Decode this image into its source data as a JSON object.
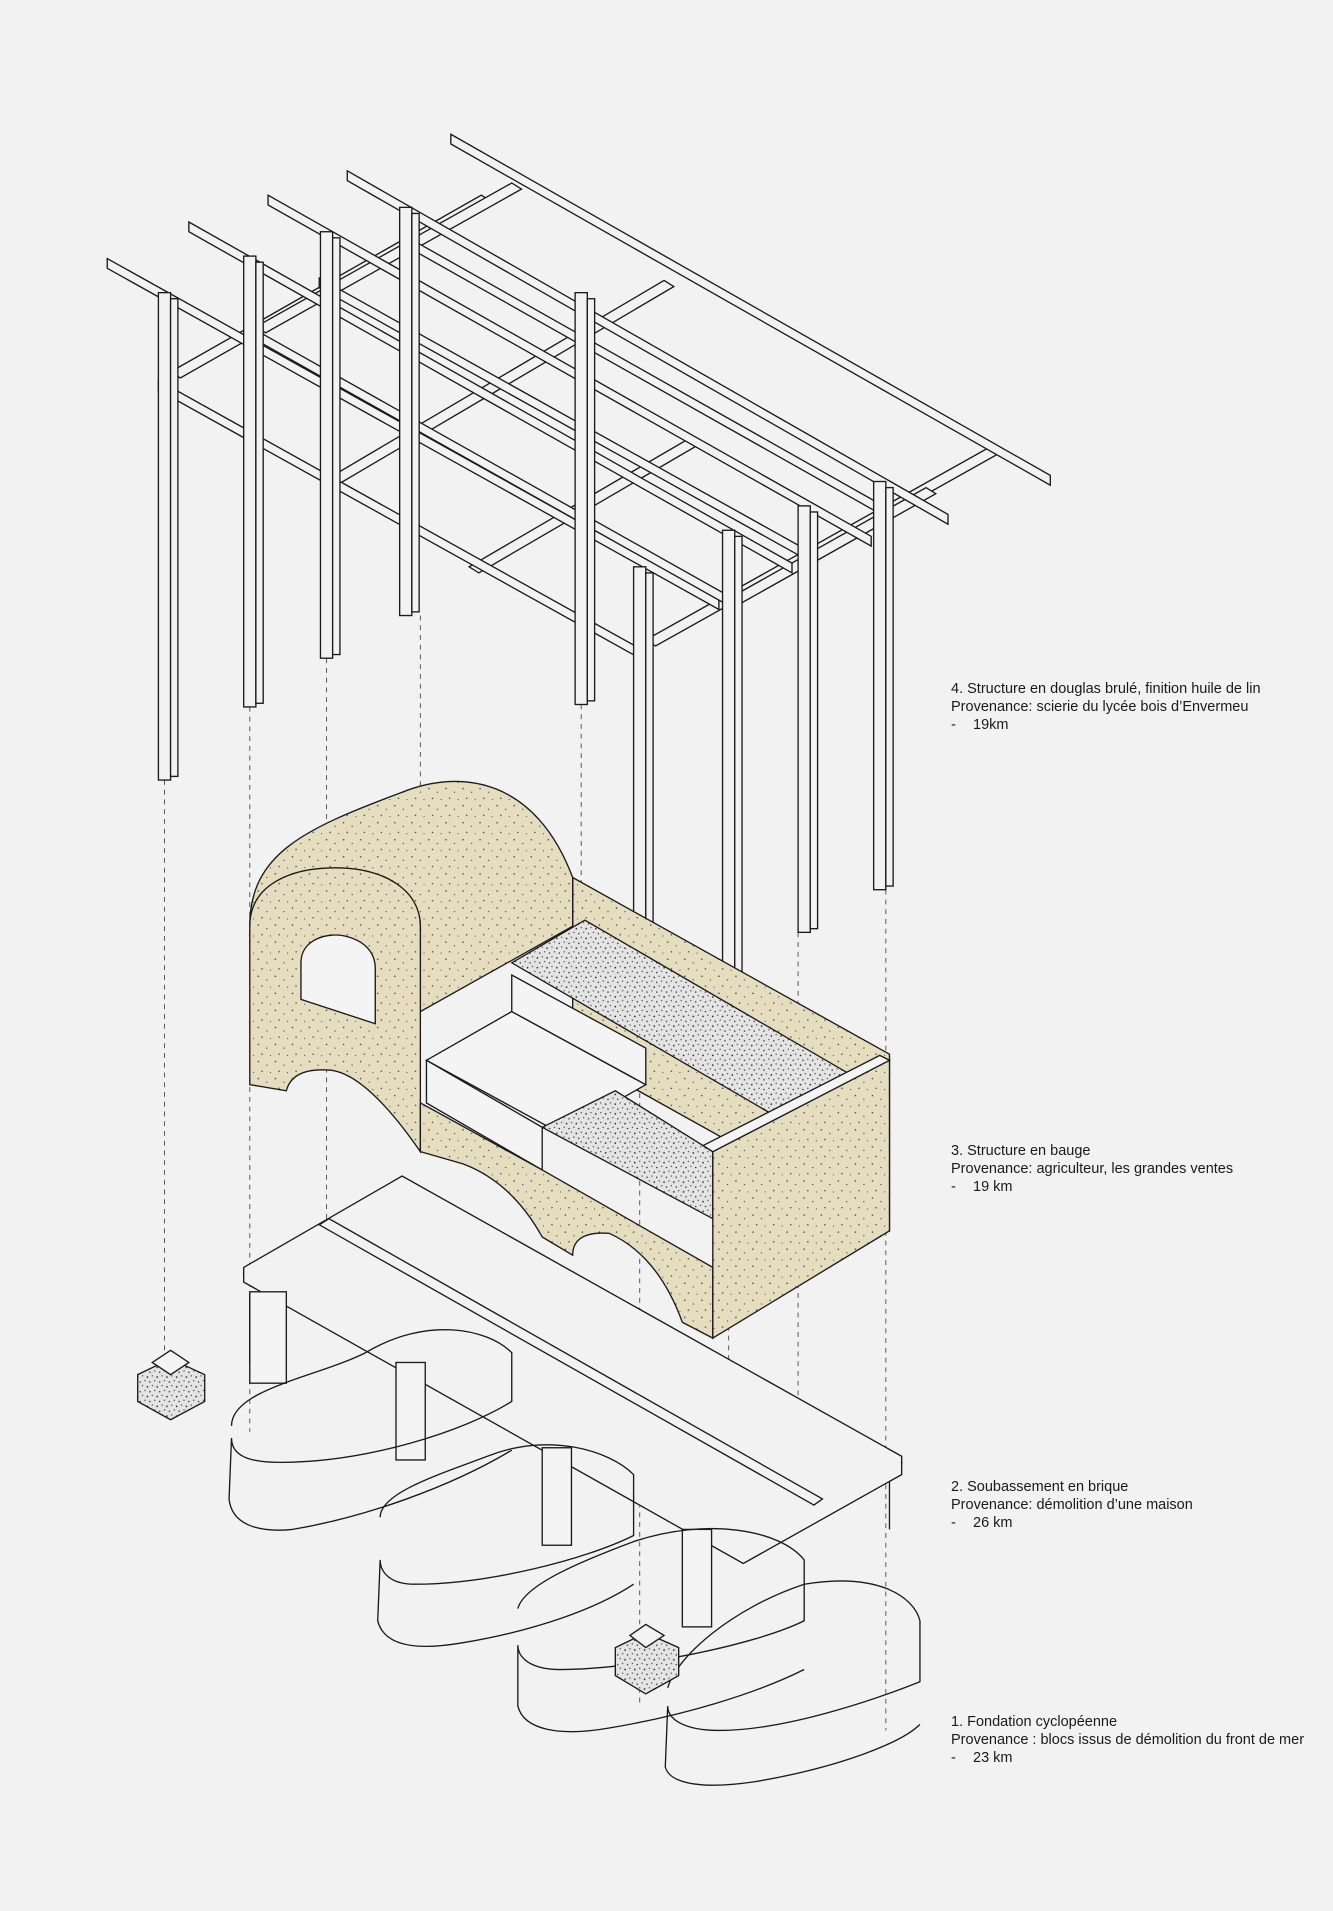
{
  "layers": [
    {
      "title": "4. Structure en douglas brulé, finition huile de lin",
      "provenance": "Provenance: scierie du lycée bois d’Envermeu",
      "dash": "-",
      "distance": "19km"
    },
    {
      "title": "3. Structure en bauge",
      "provenance": "Provenance: agriculteur, les grandes ventes",
      "dash": "-",
      "distance": "19 km"
    },
    {
      "title": "2. Soubassement en brique",
      "provenance": "Provenance: démolition d’une maison",
      "dash": "-",
      "distance": "26 km"
    },
    {
      "title": "1. Fondation cyclopéenne",
      "provenance": "Provenance : blocs issus de démolition du front de mer",
      "dash": "-",
      "distance": "23 km"
    }
  ],
  "colors": {
    "background": "#f2f2f2",
    "bauge": "#e6dcc0",
    "line": "#1a1a1a"
  }
}
